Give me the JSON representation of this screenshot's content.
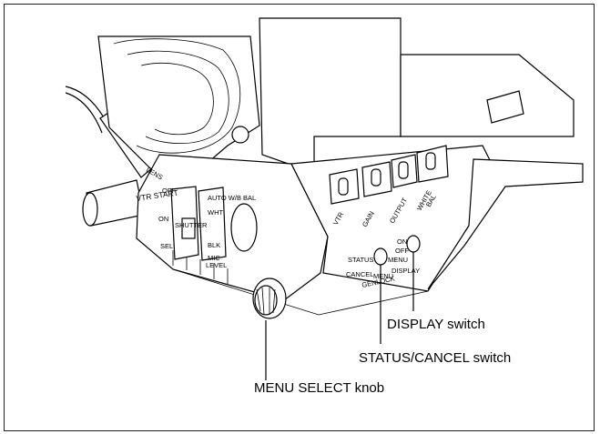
{
  "callouts": {
    "display": "DISPLAY switch",
    "status": "STATUS/CANCEL switch",
    "menu": "MENU SELECT knob"
  },
  "panel_labels": {
    "lens": "LENS",
    "vtr_start": "VTR START",
    "off": "OFF",
    "on": "ON",
    "sel": "SEL",
    "shutter": "SHUTTER",
    "auto_wb_bal": "AUTO W/B BAL",
    "wht": "WHT",
    "blk": "BLK",
    "mic": "MIC",
    "level": "LEVEL",
    "vtr": "VTR",
    "gain": "GAIN",
    "output": "OUTPUT",
    "white": "WHITE",
    "bal": "BAL",
    "status": "STATUS",
    "cancel": "CANCEL",
    "menu": "MENU",
    "genlock": "GENLOCK",
    "sw_on": "ON",
    "sw_off": "OFF",
    "sw_menu": "MENU",
    "display": "DISPLAY"
  }
}
